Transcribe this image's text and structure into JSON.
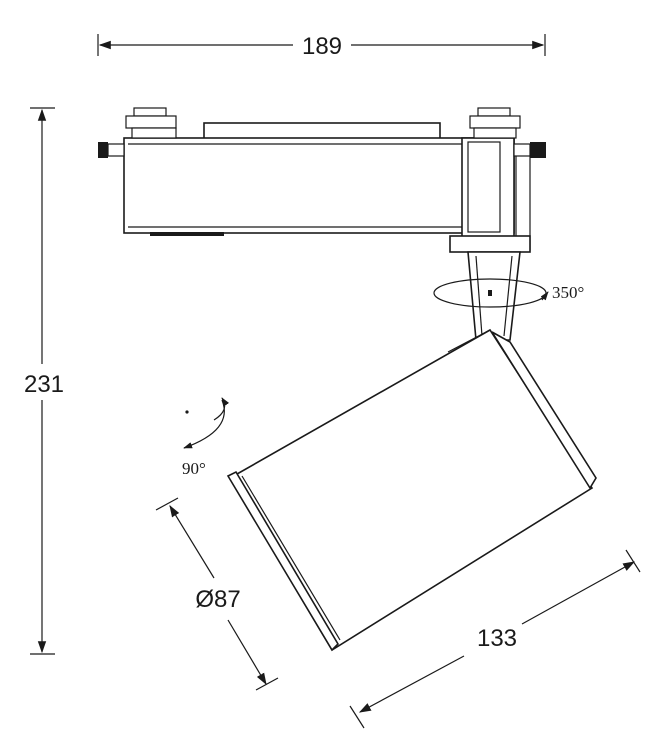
{
  "dimensions": {
    "width_label": "189",
    "height_label": "231",
    "diameter_label": "Ø87",
    "length_label": "133"
  },
  "angles": {
    "rotation_label": "350°",
    "tilt_label": "90°"
  },
  "colors": {
    "line": "#1a1a1a",
    "background": "#ffffff"
  }
}
